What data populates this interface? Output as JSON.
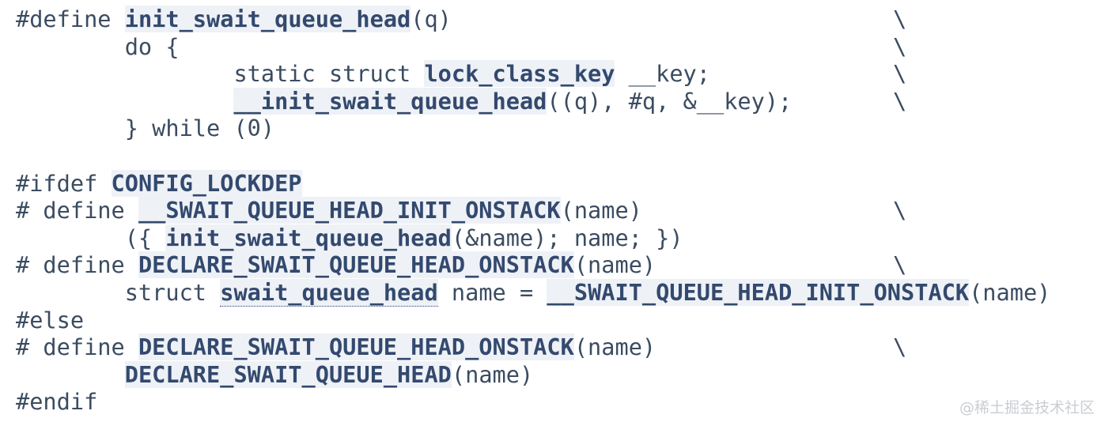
{
  "code": {
    "lines": [
      [
        {
          "t": "#define "
        },
        {
          "t": "init_swait_queue_head",
          "s": 1
        },
        {
          "t": "(q)"
        },
        {
          "bs": "\\"
        }
      ],
      [
        {
          "t": "        do {"
        },
        {
          "bs": "\\"
        }
      ],
      [
        {
          "t": "                static struct "
        },
        {
          "t": "lock_class_key",
          "s": 1
        },
        {
          "t": " __key;"
        },
        {
          "bs": "\\"
        }
      ],
      [
        {
          "t": "                "
        },
        {
          "t": "__init_swait_queue_head",
          "s": 1
        },
        {
          "t": "((q), #q, &__key);"
        },
        {
          "bs": "\\"
        }
      ],
      [
        {
          "t": "        } while (0)"
        }
      ],
      [
        {
          "t": ""
        }
      ],
      [
        {
          "t": "#ifdef "
        },
        {
          "t": "CONFIG_LOCKDEP",
          "s": 1
        }
      ],
      [
        {
          "t": "# define "
        },
        {
          "t": "__SWAIT_QUEUE_HEAD_INIT_ONSTACK",
          "s": 1
        },
        {
          "t": "(name)"
        },
        {
          "bs": "\\"
        }
      ],
      [
        {
          "t": "        ({ "
        },
        {
          "t": "init_swait_queue_head",
          "s": 1
        },
        {
          "t": "(&name); name; })"
        }
      ],
      [
        {
          "t": "# define "
        },
        {
          "t": "DECLARE_SWAIT_QUEUE_HEAD_ONSTACK",
          "s": 1
        },
        {
          "t": "(name)"
        },
        {
          "bs": "\\"
        }
      ],
      [
        {
          "t": "        struct "
        },
        {
          "t": "swait_queue_head",
          "s": 2
        },
        {
          "t": " name = "
        },
        {
          "t": "__SWAIT_QUEUE_HEAD_INIT_ONSTACK",
          "s": 1
        },
        {
          "t": "(name)"
        }
      ],
      [
        {
          "t": "#else"
        }
      ],
      [
        {
          "t": "# define "
        },
        {
          "t": "DECLARE_SWAIT_QUEUE_HEAD_ONSTACK",
          "s": 1
        },
        {
          "t": "(name)"
        },
        {
          "bs": "\\"
        }
      ],
      [
        {
          "t": "        "
        },
        {
          "t": "DECLARE_SWAIT_QUEUE_HEAD",
          "s": 1
        },
        {
          "t": "(name)"
        }
      ],
      [
        {
          "t": "#endif"
        }
      ]
    ]
  },
  "watermark": "@稀土掘金技术社区"
}
